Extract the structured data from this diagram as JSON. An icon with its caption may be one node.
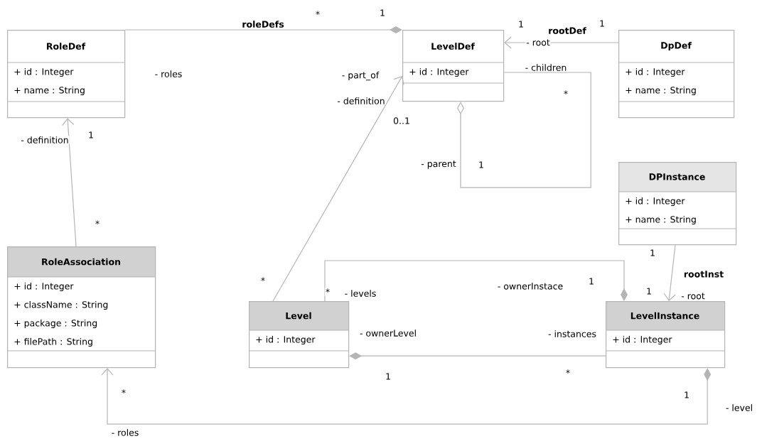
{
  "diagram": {
    "nodes": [
      {
        "text": [
          "RoleDef",
          "+ id : Integer",
          "+ name : String"
        ]
      },
      {
        "text": [
          "LevelDef",
          "+ id : Integer"
        ]
      },
      {
        "text": [
          "DpDef",
          "+ id : Integer",
          "+ name : String"
        ]
      },
      {
        "text": [
          "DPInstance",
          "+ id : Integer",
          "+ name : String"
        ]
      },
      {
        "text": [
          "RoleAssociation",
          "+ id : Integer",
          "+ className : String",
          "+ package : String",
          "+ filePath : String"
        ]
      },
      {
        "text": [
          "Level",
          "+ id : Integer"
        ]
      },
      {
        "text": [
          "LevelInstance",
          "+ id : Integer"
        ]
      }
    ],
    "edges": [
      {
        "from": 1,
        "to": 0,
        "arrow": "other",
        "label": "roleDefs"
      },
      {
        "from": 2,
        "to": 1,
        "arrow": "to",
        "label": "rootDef"
      },
      {
        "from": 1,
        "to": 1,
        "arrow": "other"
      },
      {
        "from": 4,
        "to": 0,
        "arrow": "to"
      },
      {
        "from": 5,
        "to": 1,
        "arrow": "to"
      },
      {
        "from": 3,
        "to": 6,
        "arrow": "to",
        "label": "rootInst"
      },
      {
        "from": 6,
        "to": 5,
        "arrow": "other"
      },
      {
        "from": 5,
        "to": 6,
        "arrow": "other"
      },
      {
        "from": 6,
        "to": 4,
        "arrow": "to"
      }
    ],
    "labels": [
      "*",
      "1",
      "1",
      "1",
      "- roles",
      "- part_of",
      "- root",
      "- children",
      "- definition",
      "*",
      "- definition",
      "1",
      "0..1",
      "- parent",
      "1",
      "*",
      "1",
      "*",
      "- ownerInstace",
      "1",
      "*",
      "- levels",
      "1",
      "- root",
      "- ownerLevel",
      "- instances",
      "1",
      "*",
      "*",
      "1",
      "- level",
      "- roles"
    ]
  }
}
